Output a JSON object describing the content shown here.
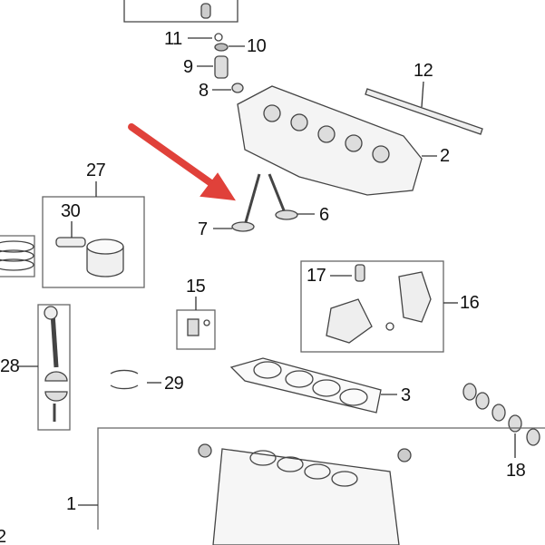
{
  "diagram": {
    "callouts": [
      {
        "id": "11",
        "label": "11"
      },
      {
        "id": "10",
        "label": "10"
      },
      {
        "id": "9",
        "label": "9"
      },
      {
        "id": "8",
        "label": "8"
      },
      {
        "id": "12",
        "label": "12"
      },
      {
        "id": "2",
        "label": "2"
      },
      {
        "id": "27",
        "label": "27"
      },
      {
        "id": "30",
        "label": "30"
      },
      {
        "id": "7",
        "label": "7"
      },
      {
        "id": "6",
        "label": "6"
      },
      {
        "id": "15",
        "label": "15"
      },
      {
        "id": "17",
        "label": "17"
      },
      {
        "id": "16",
        "label": "16"
      },
      {
        "id": "28",
        "label": "28"
      },
      {
        "id": "29",
        "label": "29"
      },
      {
        "id": "3",
        "label": "3"
      },
      {
        "id": "18",
        "label": "18"
      },
      {
        "id": "1",
        "label": "1"
      },
      {
        "id": "edge",
        "label": "2"
      }
    ],
    "colors": {
      "arrow": "#e0413a",
      "line": "#333333",
      "box": "#666666"
    }
  }
}
